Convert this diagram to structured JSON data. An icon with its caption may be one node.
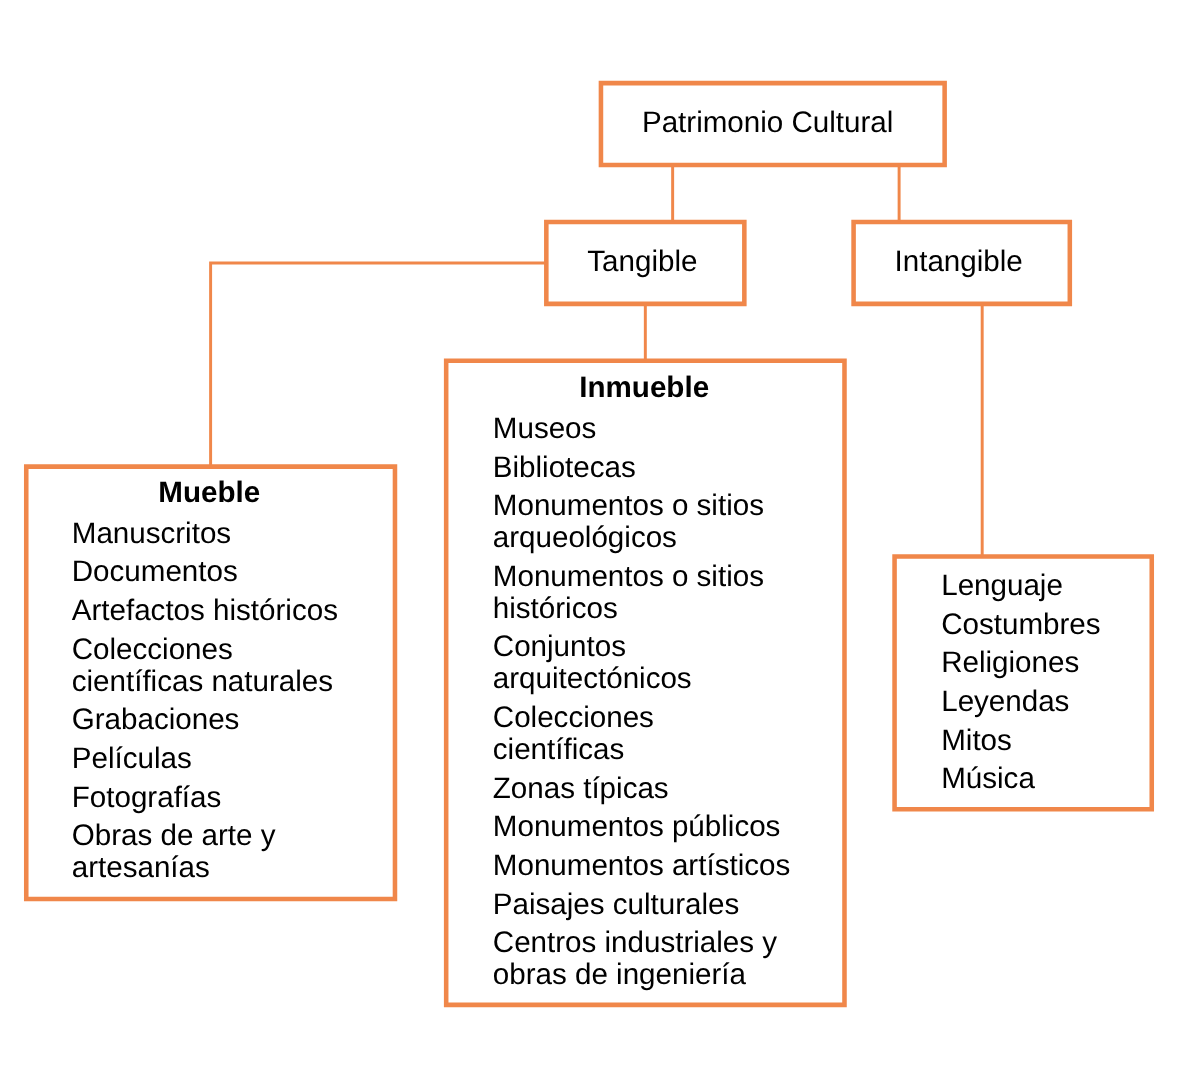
{
  "diagram": {
    "nodes": [
      {
        "text": [
          "Patrimonio Cultural"
        ]
      },
      {
        "text": [
          "Tangible"
        ]
      },
      {
        "text": [
          "Intangible"
        ]
      },
      {
        "text": [
          "Mueble",
          "Manuscritos",
          "Documentos",
          "Artefactos históricos",
          "Colecciones científicas naturales",
          "Grabaciones",
          "Películas",
          "Fotografías",
          "Obras de arte y artesanías"
        ]
      },
      {
        "text": [
          "Inmueble",
          "Museos",
          "Bibliotecas",
          "Monumentos o sitios arqueológicos",
          "Monumentos o sitios históricos",
          "Conjuntos arquitectónicos",
          "Colecciones científicas",
          "Zonas típicas",
          "Monumentos públicos",
          "Monumentos artísticos",
          "Paisajes culturales",
          "Centros industriales y obras de ingeniería"
        ]
      },
      {
        "text": [
          "Lenguaje",
          "Costumbres",
          "Religiones",
          "Leyendas",
          "Mitos",
          "Música"
        ]
      }
    ],
    "edges": [
      {
        "from": 0,
        "to": 1,
        "arrow": "none"
      },
      {
        "from": 0,
        "to": 2,
        "arrow": "none"
      },
      {
        "from": 1,
        "to": 3,
        "arrow": "none"
      },
      {
        "from": 1,
        "to": 4,
        "arrow": "none"
      },
      {
        "from": 2,
        "to": 5,
        "arrow": "none"
      }
    ]
  }
}
